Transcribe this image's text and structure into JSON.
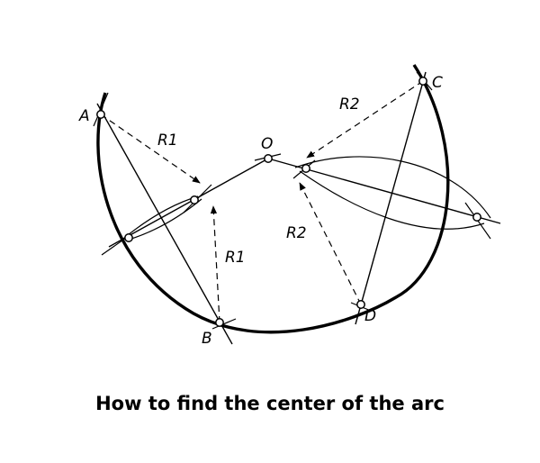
{
  "points": {
    "A": "A",
    "B": "B",
    "C": "C",
    "D": "D",
    "O": "O"
  },
  "radii": {
    "r1_top": "R1",
    "r1_side": "R1",
    "r2_top": "R2",
    "r2_side": "R2"
  },
  "caption": "How to find the center of the arc",
  "colors": {
    "ink": "#000000",
    "background": "#ffffff"
  }
}
